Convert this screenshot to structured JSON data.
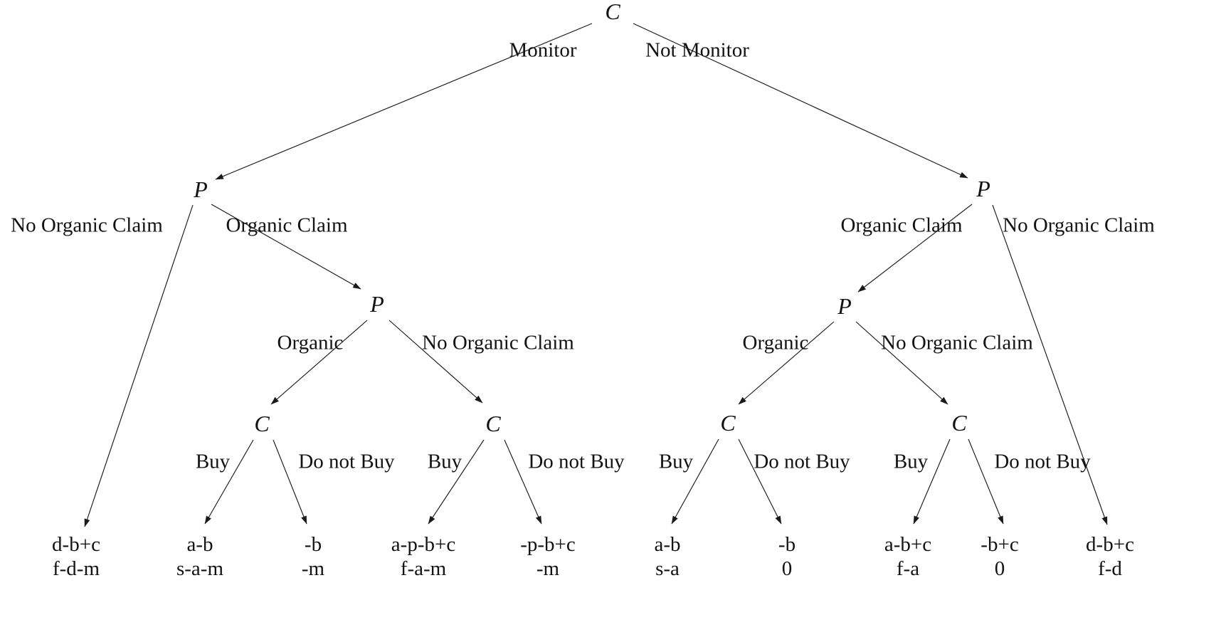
{
  "figure": {
    "background_color": "#ffffff",
    "line_color": "#1a1a1a",
    "text_color": "#131313",
    "type": "decision-tree"
  },
  "tree": {
    "nodes": {
      "root_c": "C",
      "left_p": "P",
      "right_p": "P",
      "left_p2": "P",
      "right_p2": "P",
      "c1": "C",
      "c2": "C",
      "c3": "C",
      "c4": "C"
    },
    "edge_labels": {
      "monitor": "Monitor",
      "not_monitor": "Not Monitor",
      "left_no_organic_claim": "No Organic Claim",
      "left_organic_claim": "Organic Claim",
      "right_organic_claim": "Organic Claim",
      "right_no_organic_claim": "No Organic Claim",
      "left_organic": "Organic",
      "left_mid_no_organic_claim": "No Organic Claim",
      "right_organic": "Organic",
      "right_mid_no_organic_claim": "No Organic Claim",
      "buy_1": "Buy",
      "do_not_buy_1": "Do not Buy",
      "buy_2": "Buy",
      "do_not_buy_2": "Do not Buy",
      "buy_3": "Buy",
      "do_not_buy_3": "Do not Buy",
      "buy_4": "Buy",
      "do_not_buy_4": "Do not Buy"
    },
    "leaves": [
      {
        "line1": "d-b+c",
        "line2": "f-d-m"
      },
      {
        "line1": "a-b",
        "line2": "s-a-m"
      },
      {
        "line1": "-b",
        "line2": "-m"
      },
      {
        "line1": "a-p-b+c",
        "line2": "f-a-m"
      },
      {
        "line1": "-p-b+c",
        "line2": "-m"
      },
      {
        "line1": "a-b",
        "line2": "s-a"
      },
      {
        "line1": "-b",
        "line2": "0"
      },
      {
        "line1": "a-b+c",
        "line2": "f-a"
      },
      {
        "line1": "-b+c",
        "line2": "0"
      },
      {
        "line1": "d-b+c",
        "line2": "f-d"
      }
    ]
  }
}
